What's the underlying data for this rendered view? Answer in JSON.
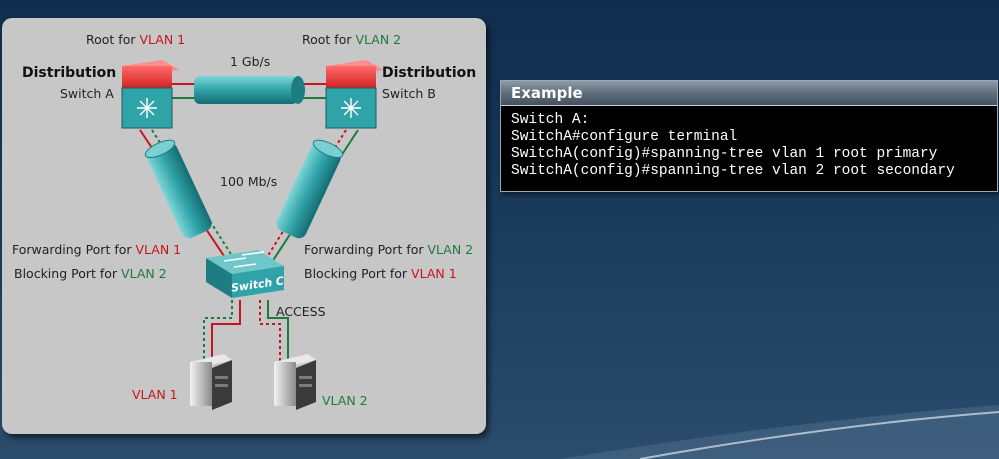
{
  "diagram": {
    "switch_a": {
      "root_prefix": "Root for ",
      "root_vlan": "VLAN 1",
      "role": "Distribution",
      "name": "Switch A"
    },
    "switch_b": {
      "root_prefix": "Root for ",
      "root_vlan": "VLAN 2",
      "role": "Distribution",
      "name": "Switch B"
    },
    "switch_c": {
      "name": "Switch C"
    },
    "trunk_ab_speed": "1 Gb/s",
    "uplink_speed": "100 Mb/s",
    "left_ports": {
      "forwarding_prefix": "Forwarding Port for ",
      "forwarding_vlan": "VLAN 1",
      "blocking_prefix": "Blocking Port for ",
      "blocking_vlan": "VLAN 2"
    },
    "right_ports": {
      "forwarding_prefix": "Forwarding Port for ",
      "forwarding_vlan": "VLAN 2",
      "blocking_prefix": "Blocking Port for ",
      "blocking_vlan": "VLAN 1"
    },
    "access_label": "ACCESS",
    "server_1_vlan": "VLAN 1",
    "server_2_vlan": "VLAN 2",
    "colors": {
      "vlan1": "#c4161c",
      "vlan2": "#1e7b3c"
    }
  },
  "example": {
    "title": "Example",
    "lines": [
      "Switch A:",
      "SwitchA#configure terminal",
      "SwitchA(config)#spanning-tree vlan 1 root primary",
      "SwitchA(config)#spanning-tree vlan 2 root secondary"
    ]
  }
}
